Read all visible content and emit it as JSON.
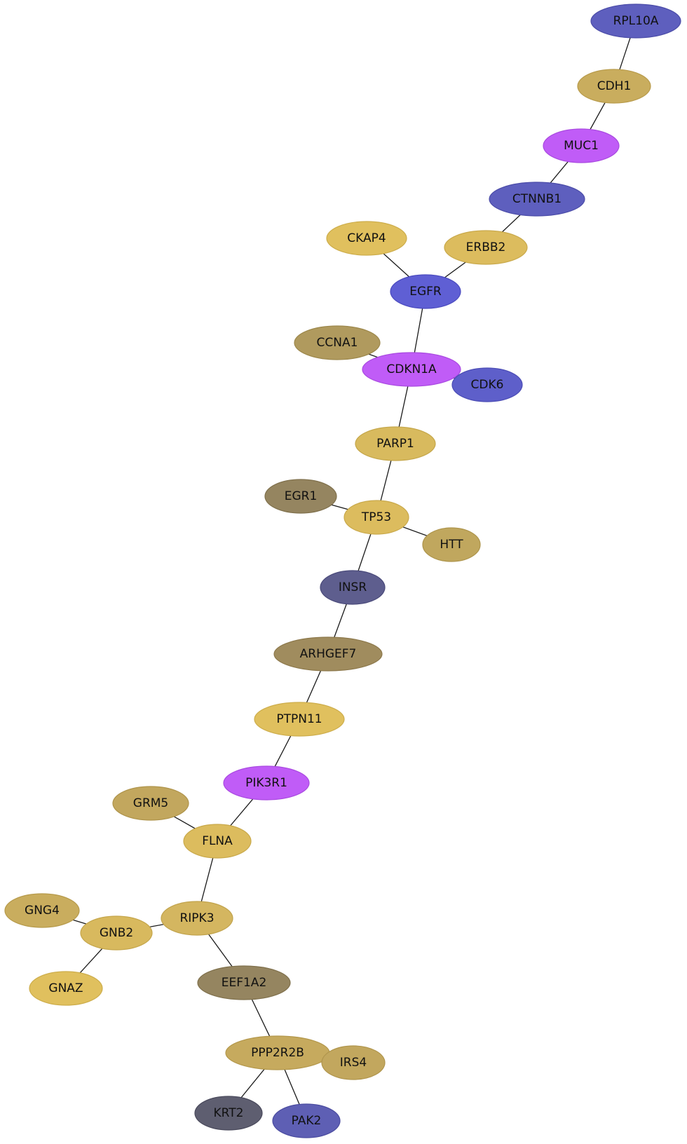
{
  "graph": {
    "nodes": [
      {
        "id": "RPL10A",
        "label": "RPL10A",
        "fill": "#5e5fbe",
        "stroke": "#4b4ca8"
      },
      {
        "id": "CDH1",
        "label": "CDH1",
        "fill": "#c9ad5e",
        "stroke": "#b89b4b"
      },
      {
        "id": "MUC1",
        "label": "MUC1",
        "fill": "#c05cf7",
        "stroke": "#a94ae0"
      },
      {
        "id": "CTNNB1",
        "label": "CTNNB1",
        "fill": "#5e5fbe",
        "stroke": "#4b4ca8"
      },
      {
        "id": "ERBB2",
        "label": "ERBB2",
        "fill": "#dcbc5e",
        "stroke": "#c9a94b"
      },
      {
        "id": "CKAP4",
        "label": "CKAP4",
        "fill": "#e0c05e",
        "stroke": "#cdad4b"
      },
      {
        "id": "EGFR",
        "label": "EGFR",
        "fill": "#5f5fd4",
        "stroke": "#4b4bbf"
      },
      {
        "id": "CCNA1",
        "label": "CCNA1",
        "fill": "#b09a5e",
        "stroke": "#9c874b"
      },
      {
        "id": "CDKN1A",
        "label": "CDKN1A",
        "fill": "#c05cf7",
        "stroke": "#a94ae0"
      },
      {
        "id": "CDK6",
        "label": "CDK6",
        "fill": "#5e5fca",
        "stroke": "#4b4cb5"
      },
      {
        "id": "PARP1",
        "label": "PARP1",
        "fill": "#d8ba5e",
        "stroke": "#c5a74b"
      },
      {
        "id": "EGR1",
        "label": "EGR1",
        "fill": "#958560",
        "stroke": "#7f704c"
      },
      {
        "id": "TP53",
        "label": "TP53",
        "fill": "#dcbc5e",
        "stroke": "#c9a94b"
      },
      {
        "id": "HTT",
        "label": "HTT",
        "fill": "#c0a75e",
        "stroke": "#ad944b"
      },
      {
        "id": "INSR",
        "label": "INSR",
        "fill": "#5e5e8e",
        "stroke": "#4a4a7a"
      },
      {
        "id": "ARHGEF7",
        "label": "ARHGEF7",
        "fill": "#a08c5e",
        "stroke": "#8c784b"
      },
      {
        "id": "PTPN11",
        "label": "PTPN11",
        "fill": "#e0c05e",
        "stroke": "#cdad4b"
      },
      {
        "id": "PIK3R1",
        "label": "PIK3R1",
        "fill": "#c05cf7",
        "stroke": "#a94ae0"
      },
      {
        "id": "GRM5",
        "label": "GRM5",
        "fill": "#c2a75e",
        "stroke": "#af944b"
      },
      {
        "id": "FLNA",
        "label": "FLNA",
        "fill": "#dcbc5e",
        "stroke": "#c9a94b"
      },
      {
        "id": "GNG4",
        "label": "GNG4",
        "fill": "#c9ad5e",
        "stroke": "#b69a4b"
      },
      {
        "id": "GNB2",
        "label": "GNB2",
        "fill": "#d8b95e",
        "stroke": "#c5a64b"
      },
      {
        "id": "RIPK3",
        "label": "RIPK3",
        "fill": "#d4b660",
        "stroke": "#c1a34c"
      },
      {
        "id": "GNAZ",
        "label": "GNAZ",
        "fill": "#e0c05e",
        "stroke": "#cdad4b"
      },
      {
        "id": "EEF1A2",
        "label": "EEF1A2",
        "fill": "#958560",
        "stroke": "#7f704c"
      },
      {
        "id": "PPP2R2B",
        "label": "PPP2R2B",
        "fill": "#c6aa5e",
        "stroke": "#b3974b"
      },
      {
        "id": "IRS4",
        "label": "IRS4",
        "fill": "#c2a75e",
        "stroke": "#af944b"
      },
      {
        "id": "KRT2",
        "label": "KRT2",
        "fill": "#5e5e70",
        "stroke": "#4a4a5c"
      },
      {
        "id": "PAK2",
        "label": "PAK2",
        "fill": "#5e5fb4",
        "stroke": "#4b4ca0"
      }
    ],
    "edges": [
      [
        "RPL10A",
        "CDH1"
      ],
      [
        "CDH1",
        "MUC1"
      ],
      [
        "MUC1",
        "CTNNB1"
      ],
      [
        "CTNNB1",
        "ERBB2"
      ],
      [
        "ERBB2",
        "EGFR"
      ],
      [
        "CKAP4",
        "EGFR"
      ],
      [
        "EGFR",
        "CDKN1A"
      ],
      [
        "CCNA1",
        "CDKN1A"
      ],
      [
        "CDKN1A",
        "CDK6"
      ],
      [
        "CDKN1A",
        "PARP1"
      ],
      [
        "PARP1",
        "TP53"
      ],
      [
        "EGR1",
        "TP53"
      ],
      [
        "TP53",
        "HTT"
      ],
      [
        "TP53",
        "INSR"
      ],
      [
        "INSR",
        "ARHGEF7"
      ],
      [
        "ARHGEF7",
        "PTPN11"
      ],
      [
        "PTPN11",
        "PIK3R1"
      ],
      [
        "PIK3R1",
        "FLNA"
      ],
      [
        "GRM5",
        "FLNA"
      ],
      [
        "FLNA",
        "RIPK3"
      ],
      [
        "GNG4",
        "GNB2"
      ],
      [
        "GNB2",
        "RIPK3"
      ],
      [
        "GNB2",
        "GNAZ"
      ],
      [
        "RIPK3",
        "EEF1A2"
      ],
      [
        "EEF1A2",
        "PPP2R2B"
      ],
      [
        "PPP2R2B",
        "IRS4"
      ],
      [
        "PPP2R2B",
        "KRT2"
      ],
      [
        "PPP2R2B",
        "PAK2"
      ]
    ]
  }
}
